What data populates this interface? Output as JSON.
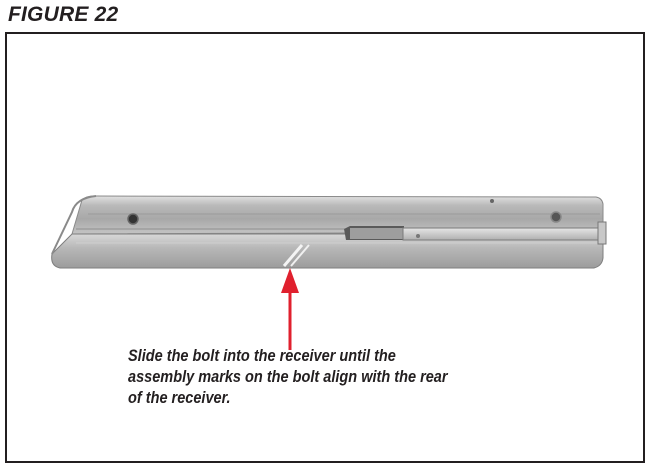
{
  "figure": {
    "title": "FIGURE 22",
    "caption_lines": [
      "Slide the bolt into the receiver until the",
      "assembly marks on the bolt align with the rear",
      "of the receiver."
    ],
    "image_subject": "bolt inserted into receiver (side view)",
    "callout": {
      "type": "arrow",
      "color": "#e0202e",
      "points_to": "assembly marks"
    }
  }
}
